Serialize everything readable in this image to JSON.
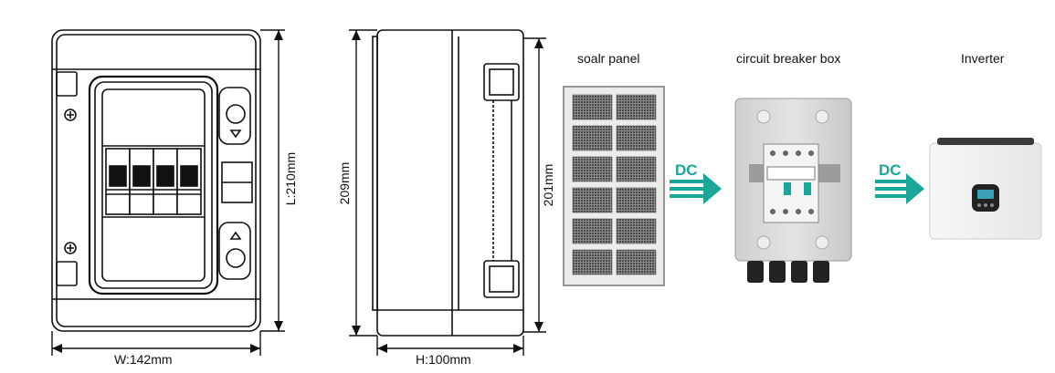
{
  "dimensions": {
    "width": "W:142mm",
    "length": "L:210mm",
    "height_side": "209mm",
    "depth": "H:100mm",
    "inner_height": "201mm"
  },
  "flow": {
    "panel_label": "soalr panel",
    "breaker_label": "circuit breaker box",
    "inverter_label": "Inverter",
    "arrow1_label": "DC",
    "arrow2_label": "DC"
  },
  "colors": {
    "accent": "#1aa79a",
    "line": "#111111",
    "panel_cell": "#6e6e6e",
    "box_bg": "#dcdcdc"
  }
}
